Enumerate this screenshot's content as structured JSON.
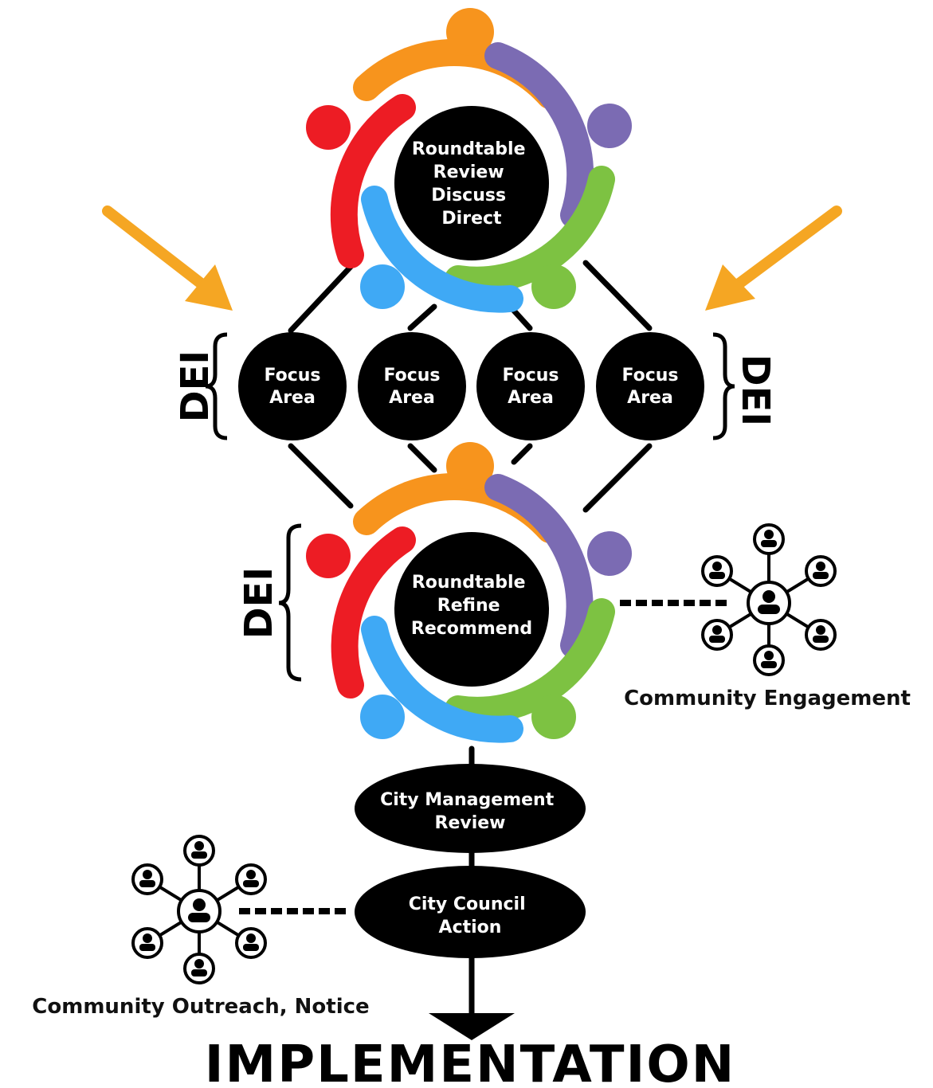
{
  "colors": {
    "orange": "#f7941d",
    "purple": "#7b6bb3",
    "green": "#7dc242",
    "blue": "#3fa9f5",
    "red": "#ed1c24",
    "arrow": "#f5a623",
    "node": "#000000",
    "node_text": "#ffffff"
  },
  "roundtable_top": {
    "lines": [
      "Roundtable",
      "Review",
      "Discuss",
      "Direct"
    ]
  },
  "roundtable_bottom": {
    "lines": [
      "Roundtable",
      "Refine",
      "Recommend"
    ]
  },
  "focus_areas": [
    {
      "line1": "Focus",
      "line2": "Area"
    },
    {
      "line1": "Focus",
      "line2": "Area"
    },
    {
      "line1": "Focus",
      "line2": "Area"
    },
    {
      "line1": "Focus",
      "line2": "Area"
    }
  ],
  "dei": {
    "left_focus": "DEI",
    "right_focus": "DEI",
    "left_roundtable": "DEI"
  },
  "city_management": {
    "line1": "City Management",
    "line2": "Review"
  },
  "city_council": {
    "line1": "City Council",
    "line2": "Action"
  },
  "community_engagement": {
    "label": "Community Engagement",
    "icon": "people-network-icon"
  },
  "community_outreach": {
    "label": "Community Outreach, Notice",
    "icon": "people-network-icon"
  },
  "implementation": {
    "label": "IMPLEMENTATION"
  },
  "icons": {
    "people_ring": "people-ring-icon",
    "arrow": "input-arrow-icon"
  }
}
